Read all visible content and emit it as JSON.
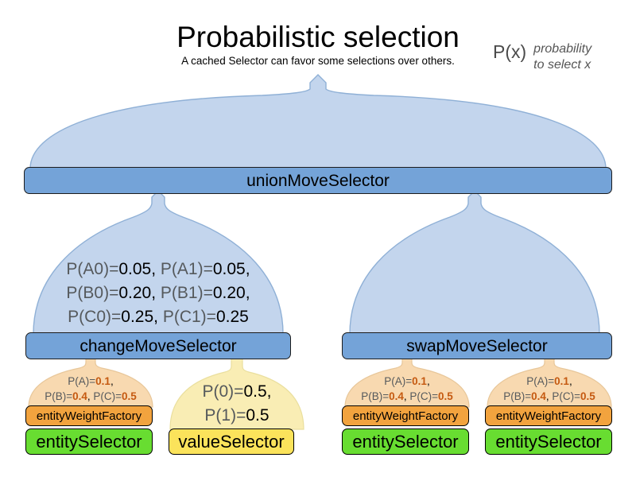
{
  "header": {
    "title": "Probabilistic selection",
    "subtitle": "A cached Selector can favor some selections over others.",
    "legend_key": "P(x)",
    "legend_desc_line1": "probability",
    "legend_desc_line2": "to select x"
  },
  "colors": {
    "funnel_blue": "#c3d5ed",
    "funnel_blue_stroke": "#8fb0d6",
    "funnel_peach": "#f8d9b0",
    "funnel_peach_stroke": "#e8c79a",
    "funnel_yellow": "#f9edb4",
    "funnel_yellow_stroke": "#eadf9e",
    "box_blue": "#74a3d8",
    "box_orange": "#f2a33e",
    "box_green": "#68dd31",
    "box_yellow": "#fbe35b",
    "prefix_gray": "#55595c",
    "value_orange": "#c55a11"
  },
  "nodes": {
    "union": {
      "label": "unionMoveSelector"
    },
    "change": {
      "label": "changeMoveSelector"
    },
    "swap": {
      "label": "swapMoveSelector"
    },
    "entity_weight_factory": {
      "label": "entityWeightFactory"
    },
    "entity_selector": {
      "label": "entitySelector"
    },
    "value_selector": {
      "label": "valueSelector"
    }
  },
  "probabilities": {
    "change_move": {
      "line1": [
        {
          "prefix": "P(A0)=",
          "value": "0.05",
          "sep": ", "
        },
        {
          "prefix": "P(A1)=",
          "value": "0.05",
          "sep": ","
        }
      ],
      "line2": [
        {
          "prefix": "P(B0)=",
          "value": "0.20",
          "sep": ", "
        },
        {
          "prefix": "P(B1)=",
          "value": "0.20",
          "sep": ","
        }
      ],
      "line3": [
        {
          "prefix": "P(C0)=",
          "value": "0.25",
          "sep": ", "
        },
        {
          "prefix": "P(C1)=",
          "value": "0.25",
          "sep": ""
        }
      ]
    },
    "value_selector": {
      "line1": [
        {
          "prefix": "P(0)=",
          "value": "0.5",
          "sep": ","
        }
      ],
      "line2": [
        {
          "prefix": "P(1)=",
          "value": "0.5",
          "sep": ""
        }
      ]
    },
    "entity_weight": {
      "line1": [
        {
          "prefix": "P(A)=",
          "value": "0.1",
          "bold": true,
          "sep": ","
        }
      ],
      "line2": [
        {
          "prefix": "P(B)=",
          "value": "0.4",
          "bold": true,
          "sep": ", "
        },
        {
          "prefix": "P(C)=",
          "value": "0.5",
          "bold": true,
          "sep": ""
        }
      ]
    }
  },
  "groups": [
    {
      "id": "group-1",
      "has_weight_factory": true,
      "selector": "entitySelector",
      "selector_color": "green",
      "probs": "entity_weight"
    },
    {
      "id": "group-2",
      "has_weight_factory": false,
      "selector": "valueSelector",
      "selector_color": "yellow",
      "probs": "value_selector"
    },
    {
      "id": "group-3",
      "has_weight_factory": true,
      "selector": "entitySelector",
      "selector_color": "green",
      "probs": "entity_weight"
    },
    {
      "id": "group-4",
      "has_weight_factory": true,
      "selector": "entitySelector",
      "selector_color": "green",
      "probs": "entity_weight"
    }
  ]
}
